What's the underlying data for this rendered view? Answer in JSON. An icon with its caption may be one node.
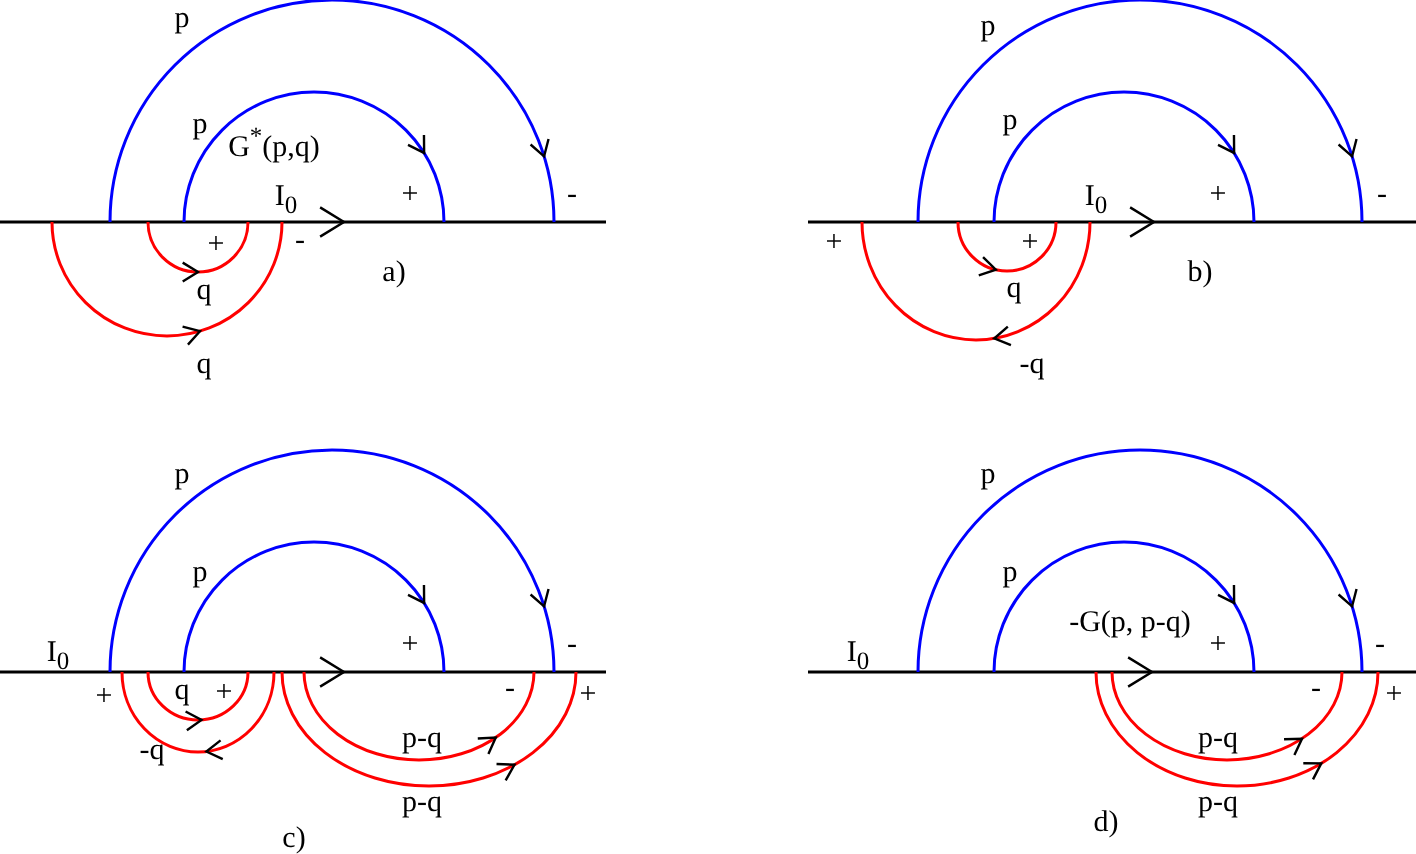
{
  "diagram": {
    "labels": [
      "p",
      "p",
      "G$^{*}$(p,q)",
      "I$_{0}$",
      "+",
      "-",
      "+",
      "-",
      "q",
      "a)",
      "q",
      "p",
      "p",
      "I$_{0}$",
      "+",
      "-",
      "+",
      "+",
      "q",
      "b)",
      "-q",
      "p",
      "p",
      "I$_{0}$",
      "+",
      "-",
      "+",
      "q",
      "+",
      "-",
      "+",
      "p-q",
      "-q",
      "p-q",
      "c)",
      "p",
      "p",
      "I$_{0}$",
      "-G(p, p-q)",
      "+",
      "-",
      "-",
      "+",
      "p-q",
      "p-q",
      "d)"
    ]
  }
}
